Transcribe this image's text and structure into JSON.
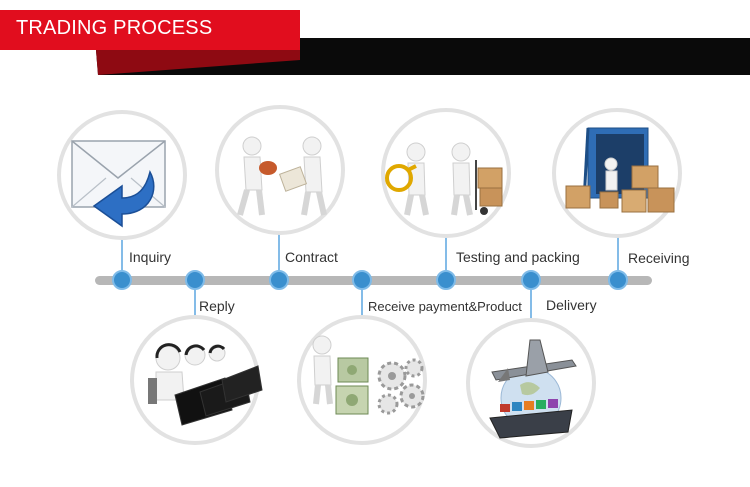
{
  "header": {
    "title": "TRADING PROCESS"
  },
  "colors": {
    "accent": "#e10d1e",
    "dark": "#0a0a0a",
    "timeline": "#b7b7b7",
    "node": "#3a8fce",
    "ring": "#e2e2e2"
  },
  "steps": [
    {
      "label": "Inquiry",
      "icon": "envelope-reply-icon",
      "side": "top"
    },
    {
      "label": "Reply",
      "icon": "call-center-icon",
      "side": "bottom"
    },
    {
      "label": "Contract",
      "icon": "handshake-document-icon",
      "side": "top"
    },
    {
      "label": "Receive payment&Product",
      "icon": "money-gears-icon",
      "side": "bottom"
    },
    {
      "label": "Testing and packing",
      "icon": "inspection-hand-truck-icon",
      "side": "top"
    },
    {
      "label": "Delivery",
      "icon": "airplane-ship-icon",
      "side": "bottom"
    },
    {
      "label": "Receiving",
      "icon": "container-boxes-icon",
      "side": "top"
    }
  ]
}
